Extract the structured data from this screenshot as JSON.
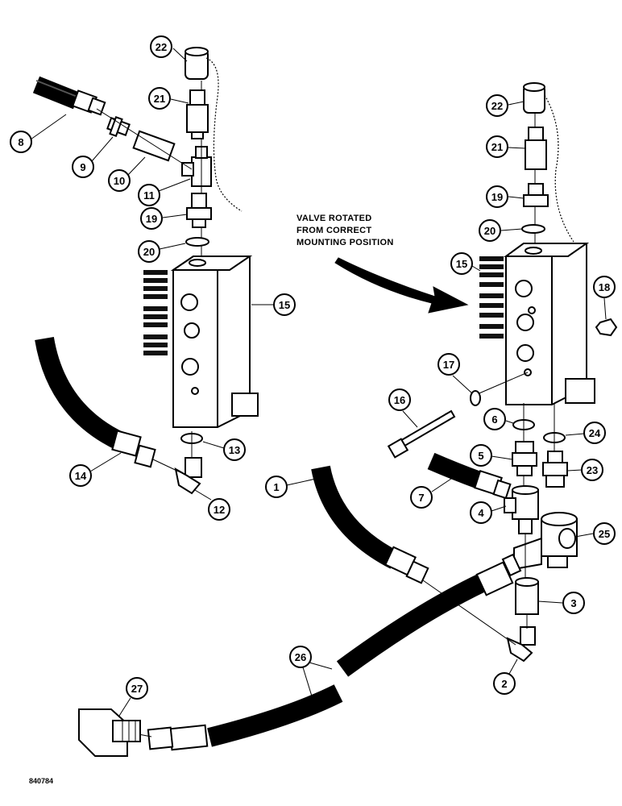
{
  "figure": {
    "note": {
      "line1": "VALVE ROTATED",
      "line2": "FROM CORRECT",
      "line3": "MOUNTING POSITION"
    },
    "drawing_code": "840784"
  },
  "callouts": [
    {
      "id": "c1",
      "label": "1"
    },
    {
      "id": "c2",
      "label": "2"
    },
    {
      "id": "c3",
      "label": "3"
    },
    {
      "id": "c4",
      "label": "4"
    },
    {
      "id": "c5",
      "label": "5"
    },
    {
      "id": "c6",
      "label": "6"
    },
    {
      "id": "c7",
      "label": "7"
    },
    {
      "id": "c8",
      "label": "8"
    },
    {
      "id": "c9",
      "label": "9"
    },
    {
      "id": "c10",
      "label": "10"
    },
    {
      "id": "c11",
      "label": "11"
    },
    {
      "id": "c12",
      "label": "12"
    },
    {
      "id": "c13",
      "label": "13"
    },
    {
      "id": "c14",
      "label": "14"
    },
    {
      "id": "c15a",
      "label": "15"
    },
    {
      "id": "c15b",
      "label": "15"
    },
    {
      "id": "c16",
      "label": "16"
    },
    {
      "id": "c17",
      "label": "17"
    },
    {
      "id": "c18",
      "label": "18"
    },
    {
      "id": "c19a",
      "label": "19"
    },
    {
      "id": "c19b",
      "label": "19"
    },
    {
      "id": "c20a",
      "label": "20"
    },
    {
      "id": "c20b",
      "label": "20"
    },
    {
      "id": "c21a",
      "label": "21"
    },
    {
      "id": "c21b",
      "label": "21"
    },
    {
      "id": "c22a",
      "label": "22"
    },
    {
      "id": "c22b",
      "label": "22"
    },
    {
      "id": "c23",
      "label": "23"
    },
    {
      "id": "c24",
      "label": "24"
    },
    {
      "id": "c25",
      "label": "25"
    },
    {
      "id": "c26a",
      "label": "26"
    },
    {
      "id": "c26b",
      "label": "26"
    },
    {
      "id": "c27",
      "label": "27"
    }
  ]
}
